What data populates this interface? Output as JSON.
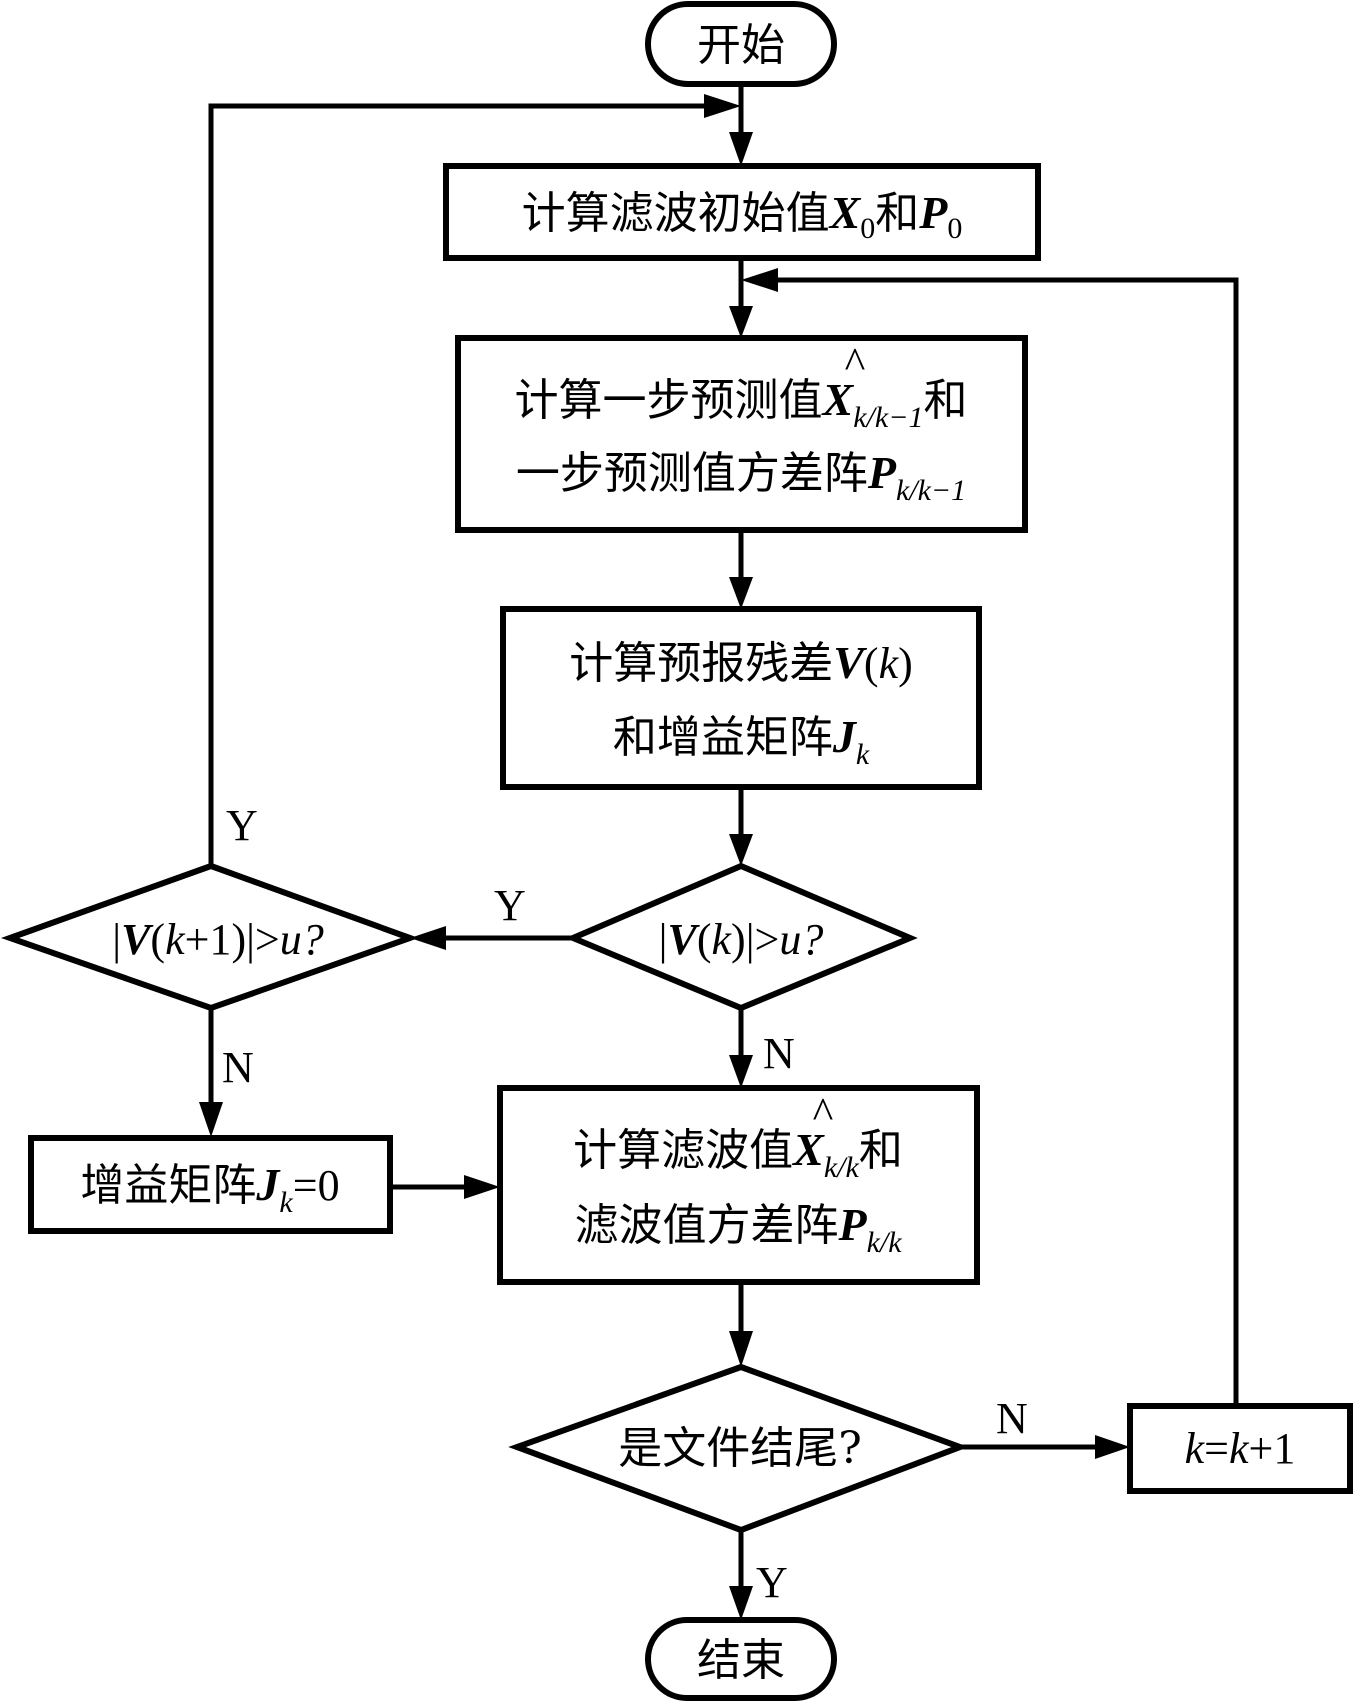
{
  "diagram": {
    "type": "flowchart",
    "nodes": {
      "start": {
        "shape": "terminator",
        "text": "开始"
      },
      "init": {
        "shape": "process",
        "text": "计算滤波初始值",
        "sym1": "X",
        "sub1": "0",
        "mid": "和",
        "sym2": "P",
        "sub2": "0"
      },
      "predict": {
        "shape": "process",
        "line1_text": "计算一步预测值",
        "line1_sym": "X",
        "line1_hat": "^",
        "line1_sub": "k/k−1",
        "line1_tail": "和",
        "line2_text": "一步预测值方差阵",
        "line2_sym": "P",
        "line2_sub": "k/k−1"
      },
      "residual": {
        "shape": "process",
        "line1_text": "计算预报残差",
        "line1_sym": "V",
        "line1_open": "(",
        "line1_var": "k",
        "line1_close": ")",
        "line2_text": "和增益矩阵",
        "line2_sym": "J",
        "line2_sub": "k"
      },
      "check_vk": {
        "shape": "decision",
        "bar1": "|",
        "sym": "V",
        "open": "(",
        "var": "k",
        "close": ")",
        "bar2": "|",
        "gt": ">",
        "u": "u",
        "q": "?"
      },
      "check_vk1": {
        "shape": "decision",
        "bar1": "|",
        "sym": "V",
        "open": "(",
        "var": "k",
        "plus": "+1",
        "close": ")",
        "bar2": "|",
        "gt": ">",
        "u": "u",
        "q": "?"
      },
      "gain_zero": {
        "shape": "process",
        "text": "增益矩阵",
        "sym": "J",
        "sub": "k",
        "eq": "=0"
      },
      "filter": {
        "shape": "process",
        "line1_text": "计算滤波值",
        "line1_sym": "X",
        "line1_hat": "^",
        "line1_sub": "k/k",
        "line1_tail": "和",
        "line2_text": "滤波值方差阵",
        "line2_sym": "P",
        "line2_sub": "k/k"
      },
      "eof": {
        "shape": "decision",
        "text": "是文件结尾?"
      },
      "increment": {
        "shape": "process",
        "k1": "k",
        "eq": "=",
        "k2": "k",
        "plus": "+1"
      },
      "end": {
        "shape": "terminator",
        "text": "结束"
      }
    },
    "edge_labels": {
      "vk_yes": "Y",
      "vk_no": "N",
      "vk1_yes": "Y",
      "vk1_no": "N",
      "eof_no": "N",
      "eof_yes": "Y"
    },
    "edges": [
      {
        "from": "start",
        "to": "init"
      },
      {
        "from": "init",
        "to": "predict"
      },
      {
        "from": "predict",
        "to": "residual"
      },
      {
        "from": "residual",
        "to": "check_vk"
      },
      {
        "from": "check_vk",
        "to": "check_vk1",
        "label": "Y"
      },
      {
        "from": "check_vk",
        "to": "filter",
        "label": "N"
      },
      {
        "from": "check_vk1",
        "to": "init",
        "label": "Y"
      },
      {
        "from": "check_vk1",
        "to": "gain_zero",
        "label": "N"
      },
      {
        "from": "gain_zero",
        "to": "filter"
      },
      {
        "from": "filter",
        "to": "eof"
      },
      {
        "from": "eof",
        "to": "increment",
        "label": "N"
      },
      {
        "from": "eof",
        "to": "end",
        "label": "Y"
      },
      {
        "from": "increment",
        "to": "predict"
      }
    ]
  }
}
